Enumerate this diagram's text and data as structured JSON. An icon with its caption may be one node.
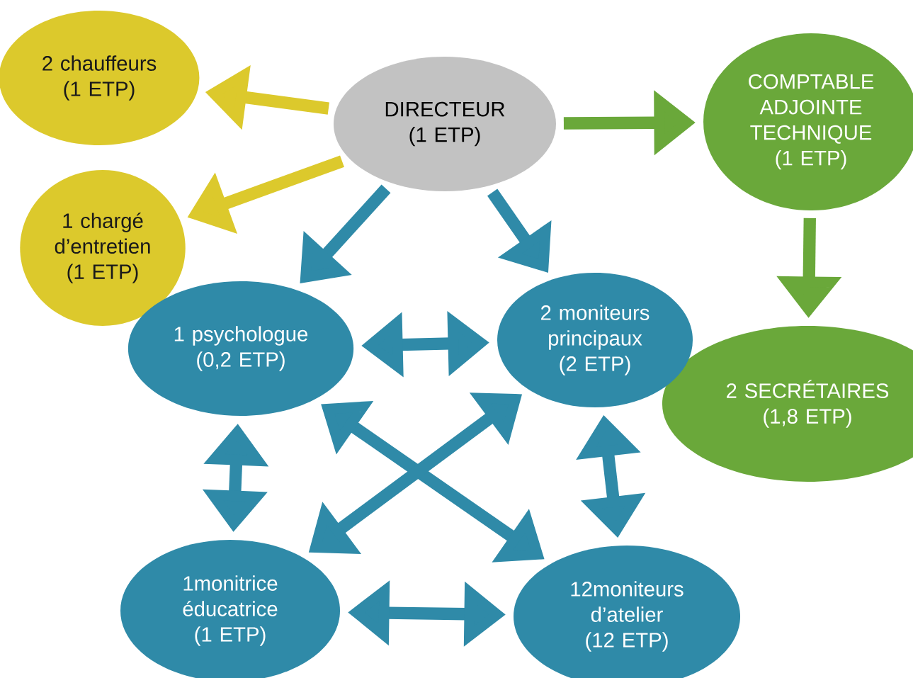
{
  "diagram": {
    "nodes": [
      {
        "text": [
          "DIRECTEUR (1 ETP)"
        ]
      },
      {
        "text": [
          "2 chauffeurs (1 ETP)"
        ]
      },
      {
        "text": [
          "1 chargé d’entretien (1 ETP)"
        ]
      },
      {
        "text": [
          "COMPTABLE ADJOINTE TECHNIQUE (1 ETP)"
        ]
      },
      {
        "text": [
          "2 SECRÉTAIRES (1,8 ETP)"
        ]
      },
      {
        "text": [
          "1 psychologue (0,2 ETP)"
        ]
      },
      {
        "text": [
          "2 moniteurs principaux (2 ETP)"
        ]
      },
      {
        "text": [
          "1monitrice éducatrice (1 ETP)"
        ]
      },
      {
        "text": [
          "12moniteurs d’atelier (12 ETP)"
        ]
      }
    ],
    "edges": [
      {
        "from": 0,
        "to": 1,
        "arrow": "to",
        "color": "#dcc92c"
      },
      {
        "from": 0,
        "to": 2,
        "arrow": "to",
        "color": "#dcc92c"
      },
      {
        "from": 0,
        "to": 3,
        "arrow": "to",
        "color": "#6aa83a"
      },
      {
        "from": 3,
        "to": 4,
        "arrow": "to",
        "color": "#6aa83a"
      },
      {
        "from": 0,
        "to": 5,
        "arrow": "to"
      },
      {
        "from": 0,
        "to": 6,
        "arrow": "to"
      },
      {
        "from": 5,
        "to": 6,
        "arrow": "both"
      },
      {
        "from": 5,
        "to": 7,
        "arrow": "both"
      },
      {
        "from": 6,
        "to": 8,
        "arrow": "both"
      },
      {
        "from": 5,
        "to": 8,
        "arrow": "both"
      },
      {
        "from": 6,
        "to": 7,
        "arrow": "both"
      },
      {
        "from": 7,
        "to": 8,
        "arrow": "both"
      }
    ]
  }
}
